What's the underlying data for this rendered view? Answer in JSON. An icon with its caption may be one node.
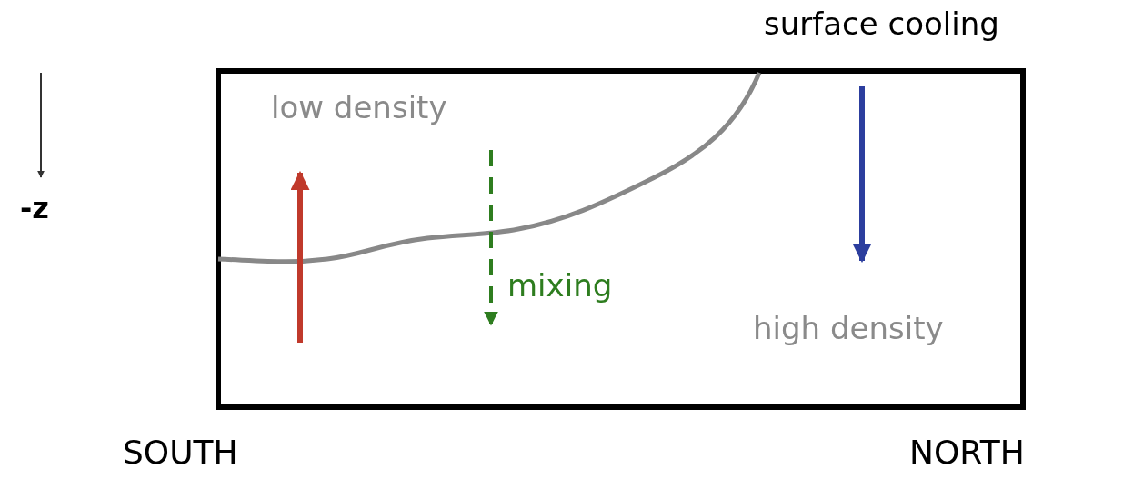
{
  "diagram": {
    "labels": [
      "surface cooling",
      "low density",
      "-z",
      "mixing",
      "high density",
      "SOUTH",
      "NORTH"
    ]
  }
}
